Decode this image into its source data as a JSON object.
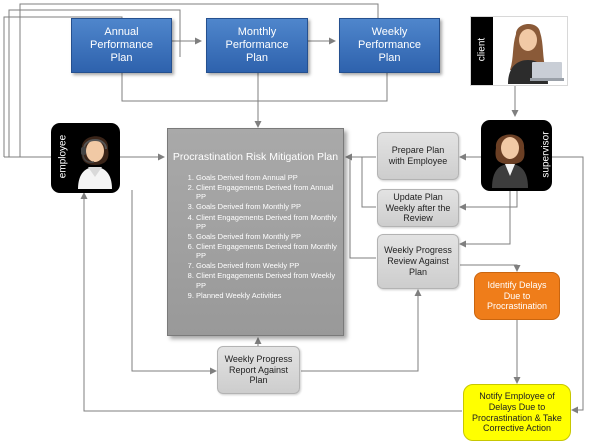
{
  "plans": {
    "annual": "Annual Performance Plan",
    "monthly": "Monthly Performance Plan",
    "weekly": "Weekly Performance Plan"
  },
  "actors": {
    "employee": "employee",
    "supervisor": "supervisor",
    "client": "client"
  },
  "mitigation": {
    "title": "Procrastination Risk Mitigation Plan",
    "items": [
      "Goals Derived from Annual PP",
      "Client Engagements Derived from Annual PP",
      "Goals Derived from Monthly PP",
      "Client Engagements Derived from Monthly PP",
      "Goals Derived from Monthly PP",
      "Client Engagements Derived from Monthly PP",
      "Goals Derived from Weekly PP",
      "Client Engagements Derived from Weekly PP",
      "Planned Weekly Activities"
    ]
  },
  "steps": {
    "prepare": "Prepare Plan with Employee",
    "update": "Update Plan Weekly after the Review",
    "review": "Weekly Progress Review Against Plan",
    "report": "Weekly Progress Report Against Plan",
    "identify": "Identify Delays Due to Procrastination",
    "notify": "Notify Employee of Delays Due to Procrastination & Take Corrective Action"
  },
  "colors": {
    "plan_box": "#3a70bd",
    "process_box": "#d9d9d9",
    "mitigation_box": "#a0a0a0",
    "identify_box": "#ef7d1a",
    "notify_box": "#ffff00",
    "connector": "#7f7f7f"
  }
}
